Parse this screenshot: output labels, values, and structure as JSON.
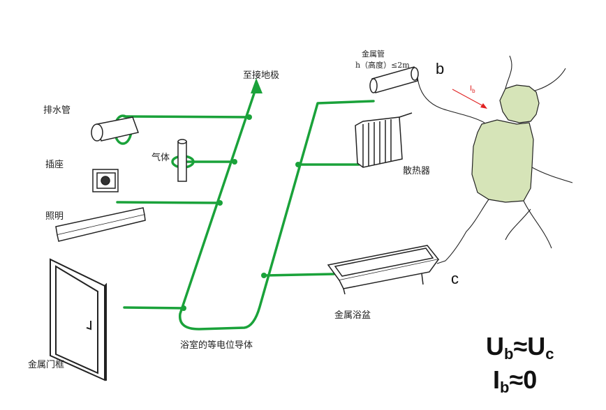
{
  "labels": {
    "to_ground": "至接地极",
    "drain_pipe": "排水管",
    "gas": "气体",
    "socket": "插座",
    "lighting": "照明",
    "metal_door_frame": "金属门框",
    "bus_conductor": "浴室的等电位导体",
    "metal_pipe": "金属管",
    "pipe_height": "h（高度）≤2m",
    "radiator": "散热器",
    "metal_bathtub": "金属浴盆"
  },
  "points": {
    "b": "b",
    "c": "c"
  },
  "current": {
    "symbol": "I",
    "sub": "b"
  },
  "equations": {
    "voltage": {
      "lhs": "U",
      "lhs_sub": "b",
      "op": "≈",
      "rhs": "U",
      "rhs_sub": "c"
    },
    "current": {
      "lhs": "I",
      "lhs_sub": "b",
      "op": "≈",
      "rhs": "0"
    }
  },
  "colors": {
    "bonding_line": "#1aa23a",
    "body_fill": "#d6e4b8",
    "current_arrow": "#e02020"
  }
}
